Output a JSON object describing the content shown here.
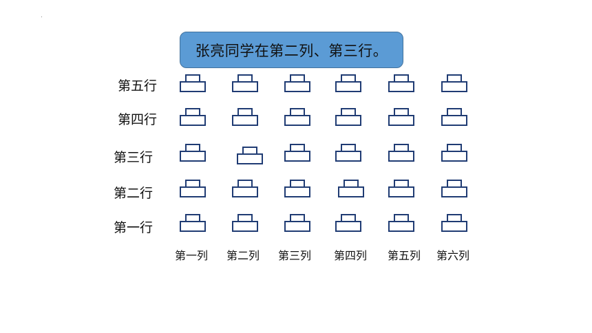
{
  "callout": {
    "text": "张亮同学在第二列、第三行。"
  },
  "rows": [
    "第五行",
    "第四行",
    "第三行",
    "第二行",
    "第一行"
  ],
  "columns": [
    "第一列",
    "第二列",
    "第三列",
    "第四列",
    "第五列",
    "第六列"
  ],
  "colors": {
    "callout_fill": "#5b9bd5",
    "seat_stroke": "#1f3b73"
  },
  "highlight": {
    "row": "第三行",
    "column": "第二列"
  }
}
